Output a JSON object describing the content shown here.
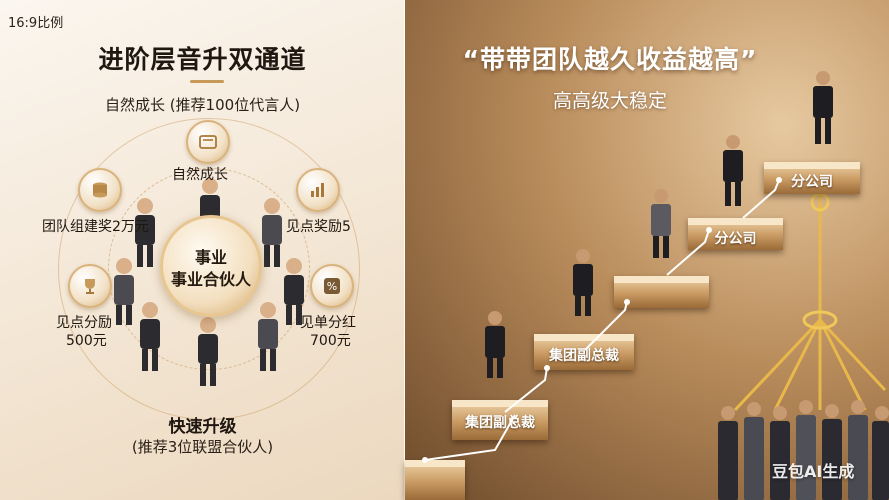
{
  "left": {
    "ratio_label": "16:9比例",
    "title": "进阶层音升双通道",
    "subtitle": "自然成长 (推荐100位代言人)",
    "center": {
      "line1": "事业",
      "line2": "事业合伙人"
    },
    "nodes": {
      "top": "自然成长",
      "left_upper": "团队组建奖2万元",
      "right_upper": "见点奖励5",
      "left_lower_1": "见点分励",
      "left_lower_2": "500元",
      "right_lower_1": "见单分红",
      "right_lower_2": "700元"
    },
    "bottom_title": "快速升级",
    "bottom_sub": "(推荐3位联盟合伙人)"
  },
  "right": {
    "title": "“带带团队越久收益越高”",
    "subtitle": "高高级大稳定",
    "steps": [
      "集团副总裁",
      "集团副总裁",
      "分公司",
      "分公司"
    ]
  },
  "watermark": "豆包AI生成",
  "colors": {
    "gold": "#c89a5a",
    "dark": "#1f1710"
  }
}
